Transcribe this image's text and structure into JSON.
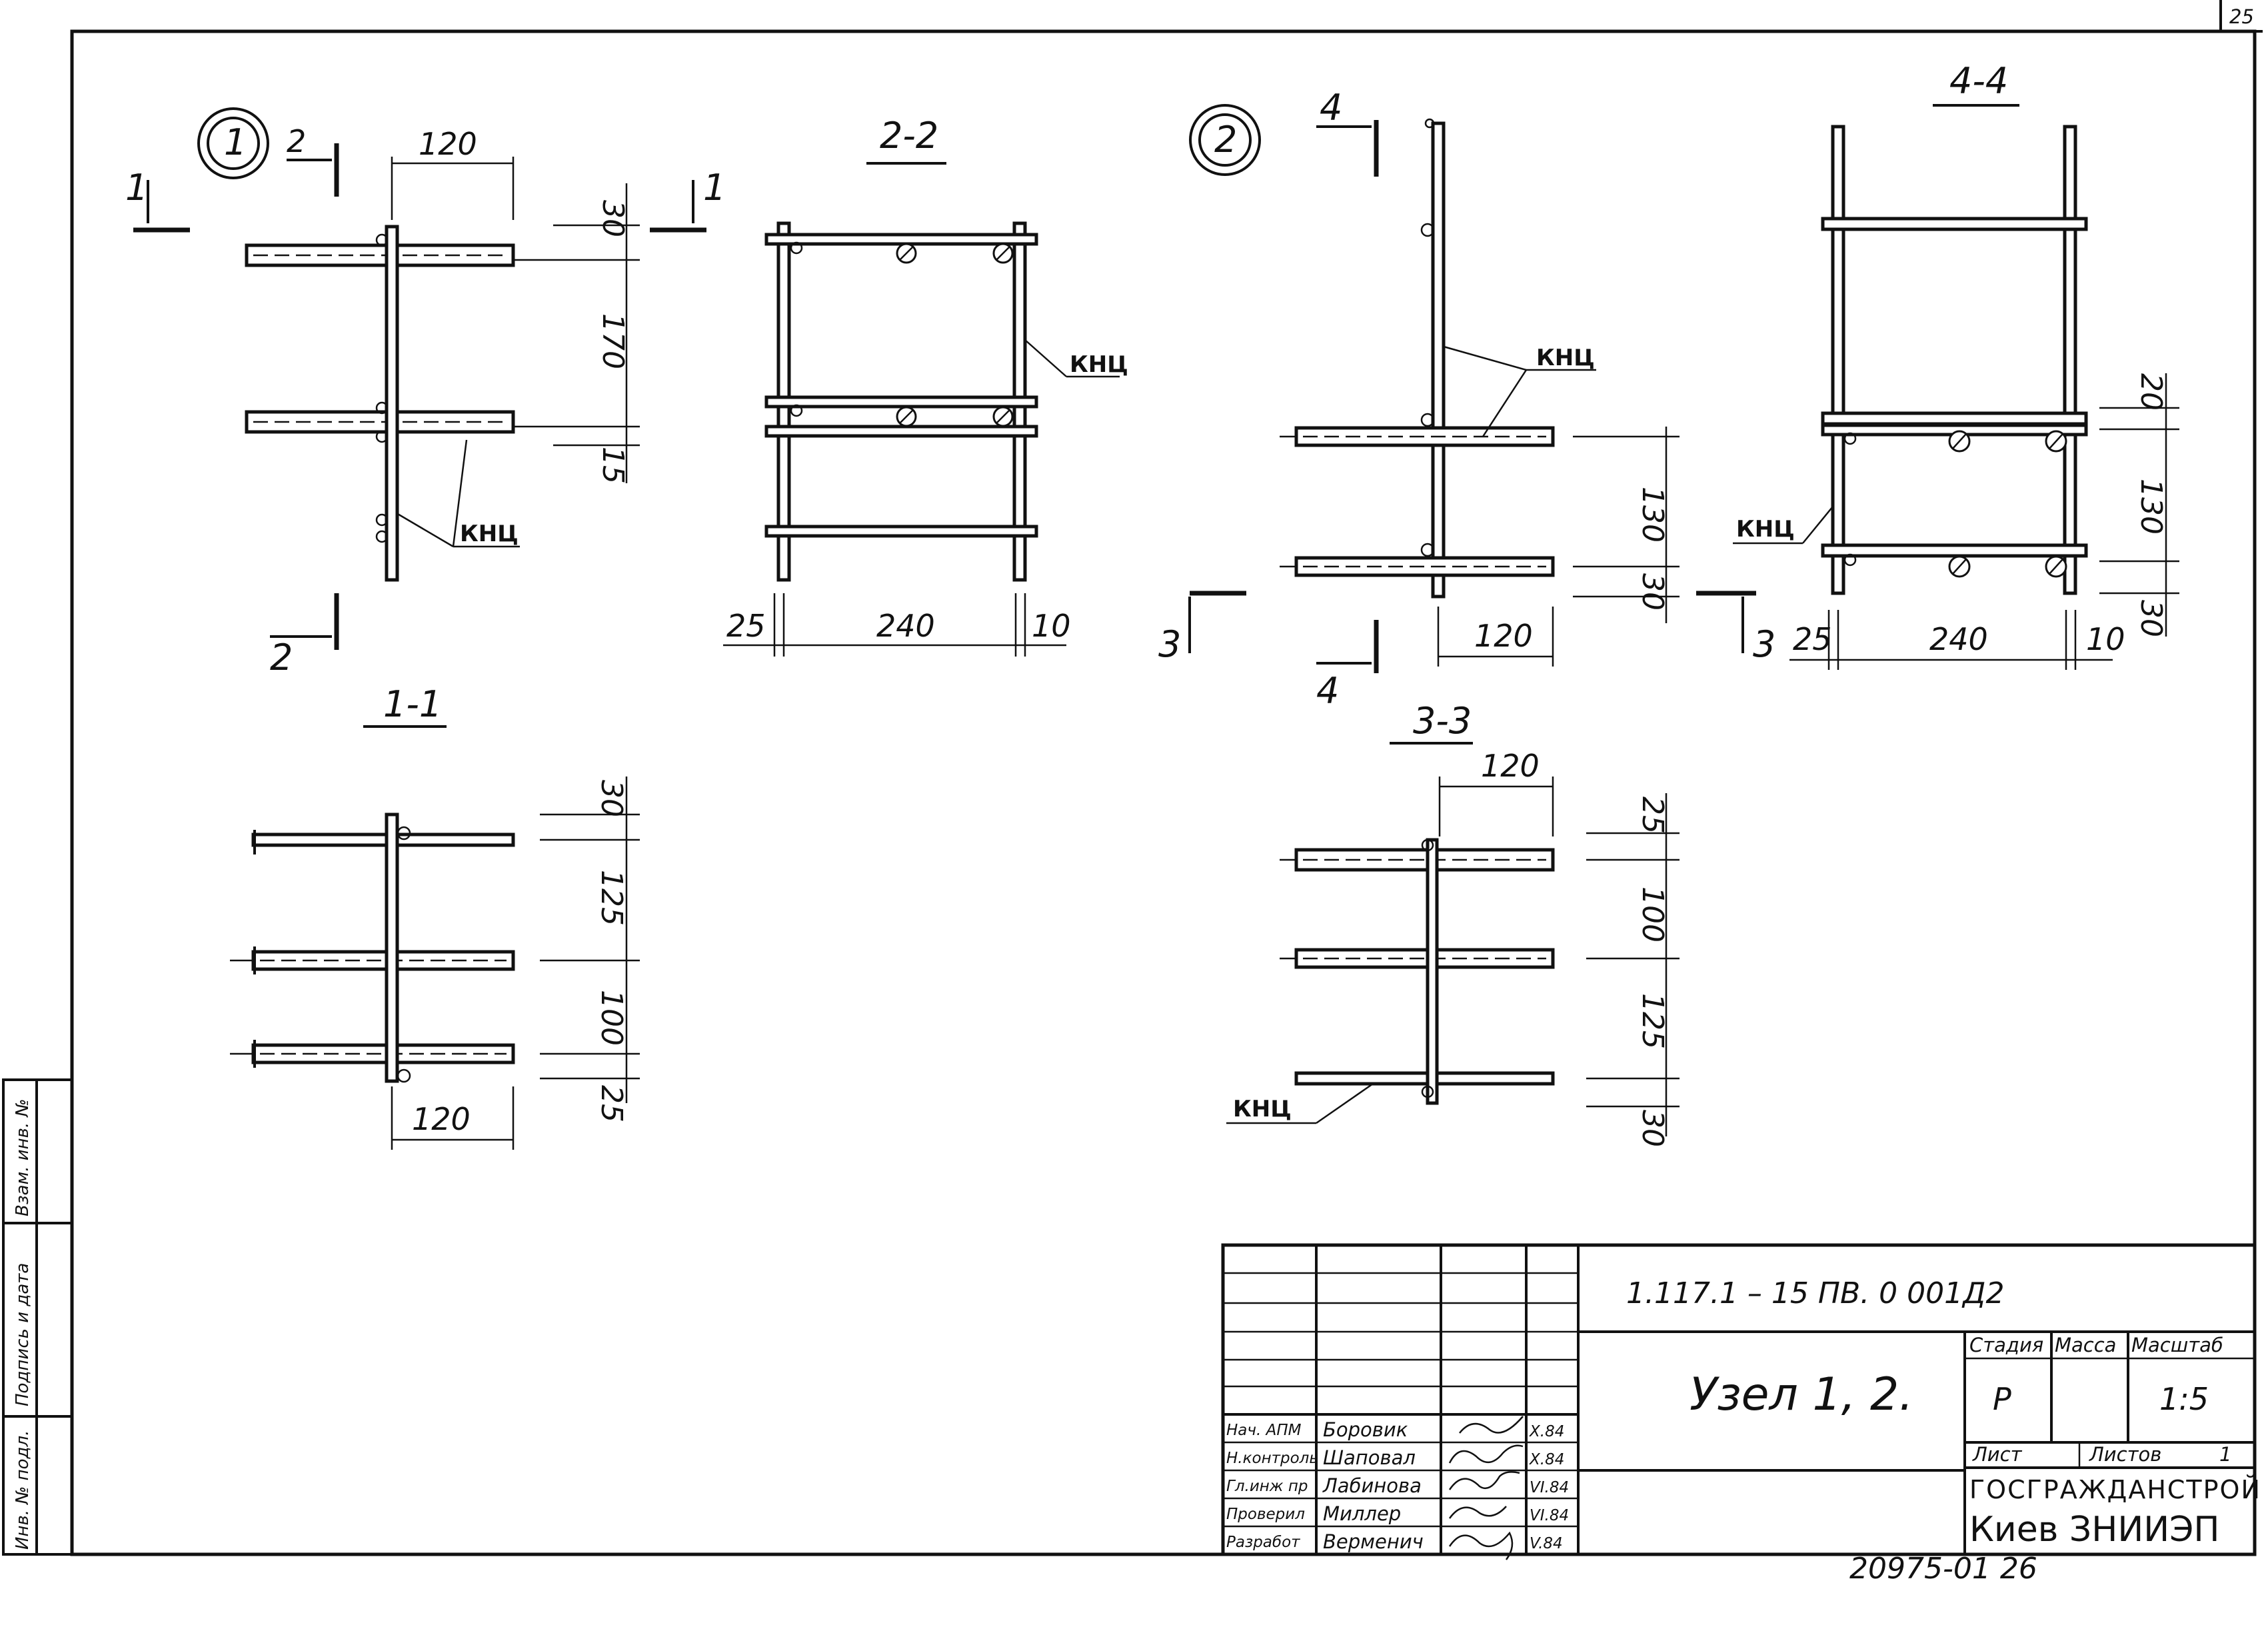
{
  "sheet": {
    "sheet_no": "25",
    "bottom_stamp": "20975-01   26"
  },
  "details": {
    "node1_mark": "1",
    "node2_mark": "2",
    "cut_1": "1",
    "cut_2": "2",
    "cut_3": "3",
    "cut_4": "4"
  },
  "sections": {
    "s11": "1-1",
    "s22": "2-2",
    "s33": "3-3",
    "s44": "4-4"
  },
  "labels": {
    "weld": "КНЦ"
  },
  "dimensions": {
    "d120": "120",
    "d240": "240",
    "d25": "25",
    "d10": "10",
    "d30": "30",
    "d170": "170",
    "d15": "15",
    "d125": "125",
    "d100": "100",
    "d130": "130",
    "d20": "20"
  },
  "title_block": {
    "doc_code": "1.117.1 – 15 ПВ.  0  001Д2",
    "title": "Узел  1, 2.",
    "stage_header": "Стадия",
    "mass_header": "Масса",
    "scale_header": "Масштаб",
    "stage_value": "Р",
    "mass_value": "",
    "scale_value": "1:5",
    "sheet_label": "Лист",
    "sheets_label": "Листов",
    "sheets_value": "1",
    "org_line1": "ГОСГРАЖДАНСТРОЙ",
    "org_line2": "Киев ЗНИИЭП",
    "staff": [
      {
        "role": "Нач. АПМ",
        "name": "Боровик",
        "date": "Х.84"
      },
      {
        "role": "Н.контроль",
        "name": "Шаповал",
        "date": "Х.84"
      },
      {
        "role": "Гл.инж пр",
        "name": "Лабинова",
        "date": "VI.84"
      },
      {
        "role": "Проверил",
        "name": "Миллер",
        "date": "VI.84"
      },
      {
        "role": "Разработ",
        "name": "Верменич",
        "date": "V.84"
      }
    ]
  },
  "side_stamp": {
    "inv_podl": "Инв. № подл.",
    "sign_date": "Подпись и дата",
    "vzam_inv": "Взам. инв. №"
  }
}
